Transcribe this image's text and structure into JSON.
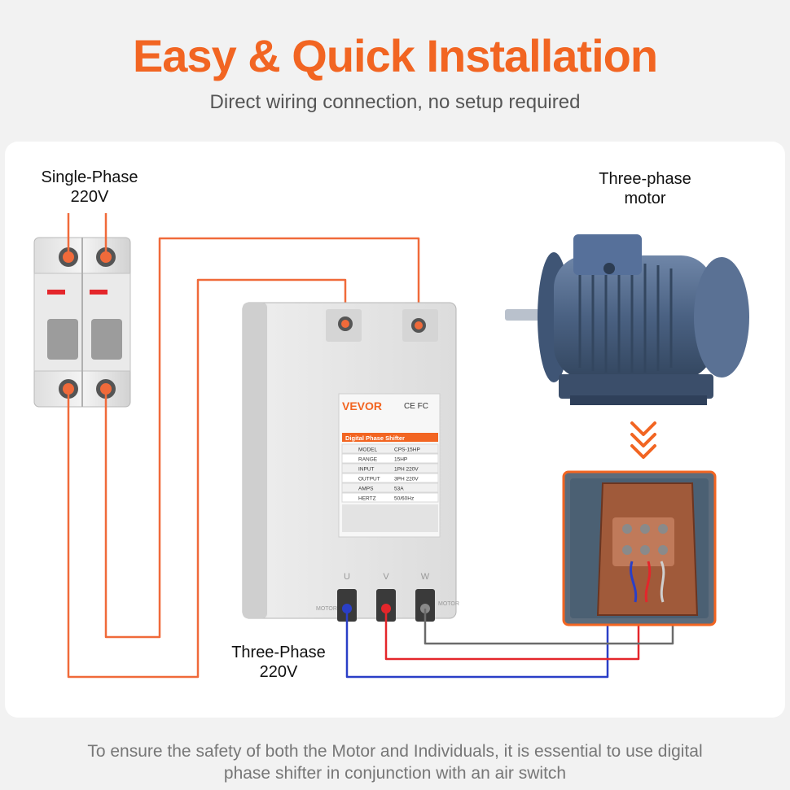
{
  "header": {
    "title": "Easy & Quick Installation",
    "subtitle": "Direct wiring connection, no setup required"
  },
  "labels": {
    "source_line1": "Single-Phase",
    "source_line2": "220V",
    "motor_line1": "Three-phase",
    "motor_line2": "motor",
    "output_line1": "Three-Phase",
    "output_line2": "220V"
  },
  "device": {
    "brand": "VEVOR",
    "cert_marks": "CE FC",
    "panel_title": "Digital Phase Shifter",
    "specs": [
      {
        "key": "MODEL",
        "value": "CPS-15HP"
      },
      {
        "key": "RANGE",
        "value": "15HP"
      },
      {
        "key": "INPUT",
        "value": "1PH 220V"
      },
      {
        "key": "OUTPUT",
        "value": "3PH 220V"
      },
      {
        "key": "AMPS",
        "value": "53A"
      },
      {
        "key": "HERTZ",
        "value": "50/60Hz"
      }
    ],
    "terminal_labels": [
      "U",
      "V",
      "W"
    ],
    "side_label_left": "MOTOR",
    "side_label_right": "MOTOR"
  },
  "footer": {
    "line1": "To ensure the safety of both the Motor and Individuals, it is essential to use digital",
    "line2": "phase shifter in conjunction with an air switch"
  },
  "colors": {
    "accent": "#f26522",
    "wire_orange": "#f06a3a",
    "wire_red": "#e4262b",
    "wire_blue": "#2a3fc7",
    "wire_gray": "#6b6b6b",
    "motor_body": "#4a6182"
  }
}
